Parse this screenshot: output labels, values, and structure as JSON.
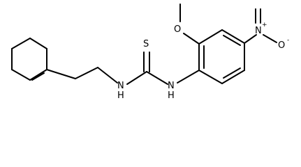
{
  "molecule": {
    "atoms": {
      "sulfur": "S",
      "amine_left": "N",
      "amine_left_h": "H",
      "amine_right": "N",
      "amine_right_h": "H",
      "methoxy_oxygen": "O",
      "nitro_nitrogen": "N",
      "nitro_plus": "+",
      "nitro_oxygen": "O",
      "nitro_minus": "-"
    }
  }
}
